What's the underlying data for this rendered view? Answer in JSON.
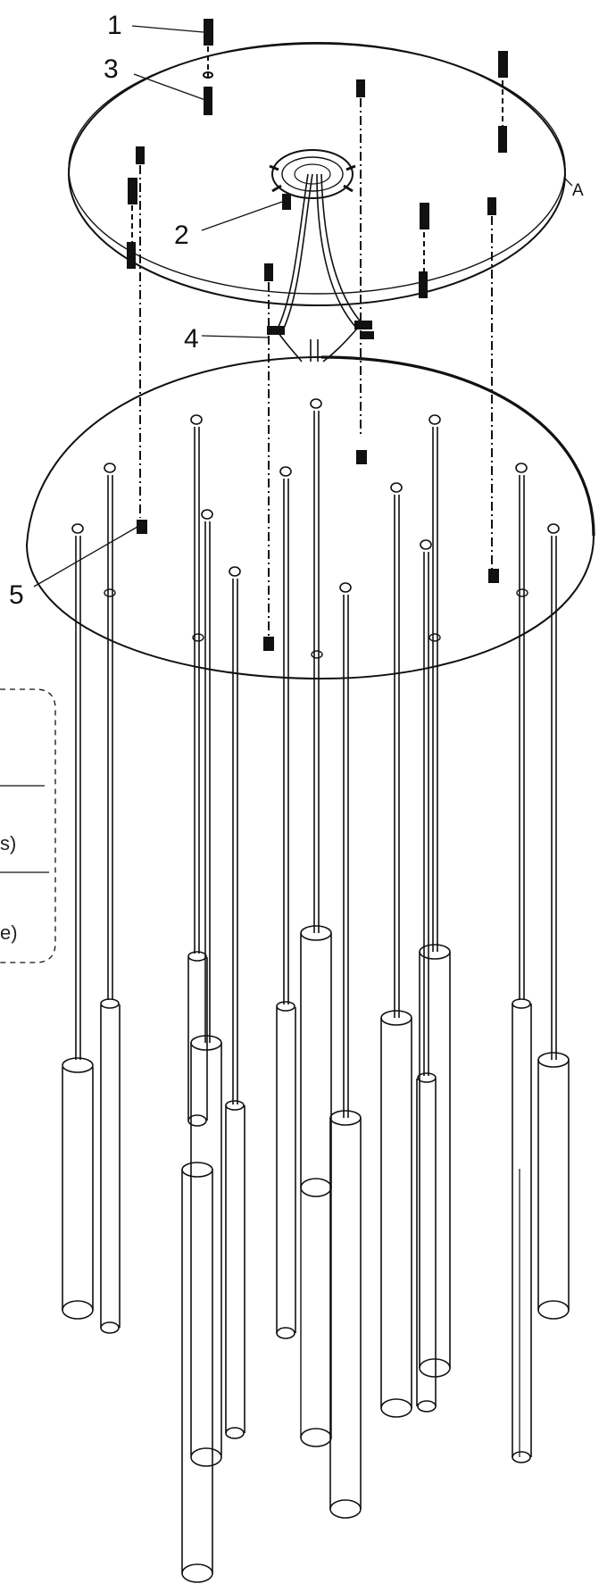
{
  "diagram": {
    "callouts": {
      "part1": "1",
      "part2": "2",
      "part3": "3",
      "part4": "4",
      "part5": "5",
      "canopy": "A"
    },
    "legend": {
      "line1_tail": "s)",
      "line2_tail": "e)"
    }
  },
  "colors": {
    "line": "#111111",
    "background": "#ffffff"
  }
}
